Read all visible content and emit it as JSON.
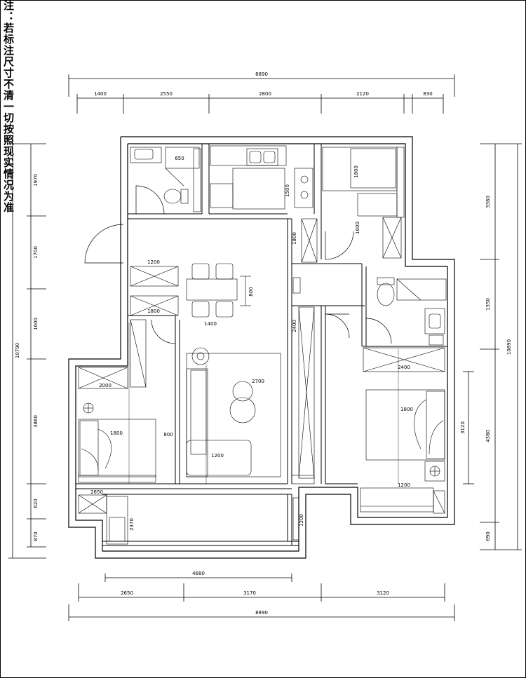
{
  "note": "注：若标注尺寸不清一切按照现实情况为准",
  "dimensions": {
    "top_overall": "8890",
    "top_segments": [
      "1400",
      "2550",
      "2800",
      "2120",
      "830"
    ],
    "bottom_overall": "8890",
    "bottom_mid": "4680",
    "bottom_segments": [
      "2650",
      "3170",
      "3120"
    ],
    "left_overall": "10790",
    "left_segments": [
      "1970",
      "1700",
      "1600",
      "3860",
      "620",
      "870"
    ],
    "right_overall": "10890",
    "right_segments": [
      "3360",
      "1350",
      "4380",
      "690"
    ]
  },
  "room_labels": {
    "room_1": "2650",
    "room_2": "2370",
    "room_3": "1600",
    "room_4": "1800",
    "room_5": "2700",
    "room_6": "3120"
  },
  "furniture_labels": {
    "dining_width": "1400",
    "dining_depth": "800",
    "sofa_length": "1200",
    "tv_cabinet": "2400",
    "window_1": "1200",
    "window_2": "1800",
    "bed_left": "1800",
    "bed_right": "1800",
    "wardrobe_left": "2000",
    "wardrobe_right": "2400",
    "desk": "1200",
    "wc_1": "650",
    "wc_2": "800",
    "kitchen": "1500",
    "balcony": "1200",
    "hall": "1800"
  }
}
